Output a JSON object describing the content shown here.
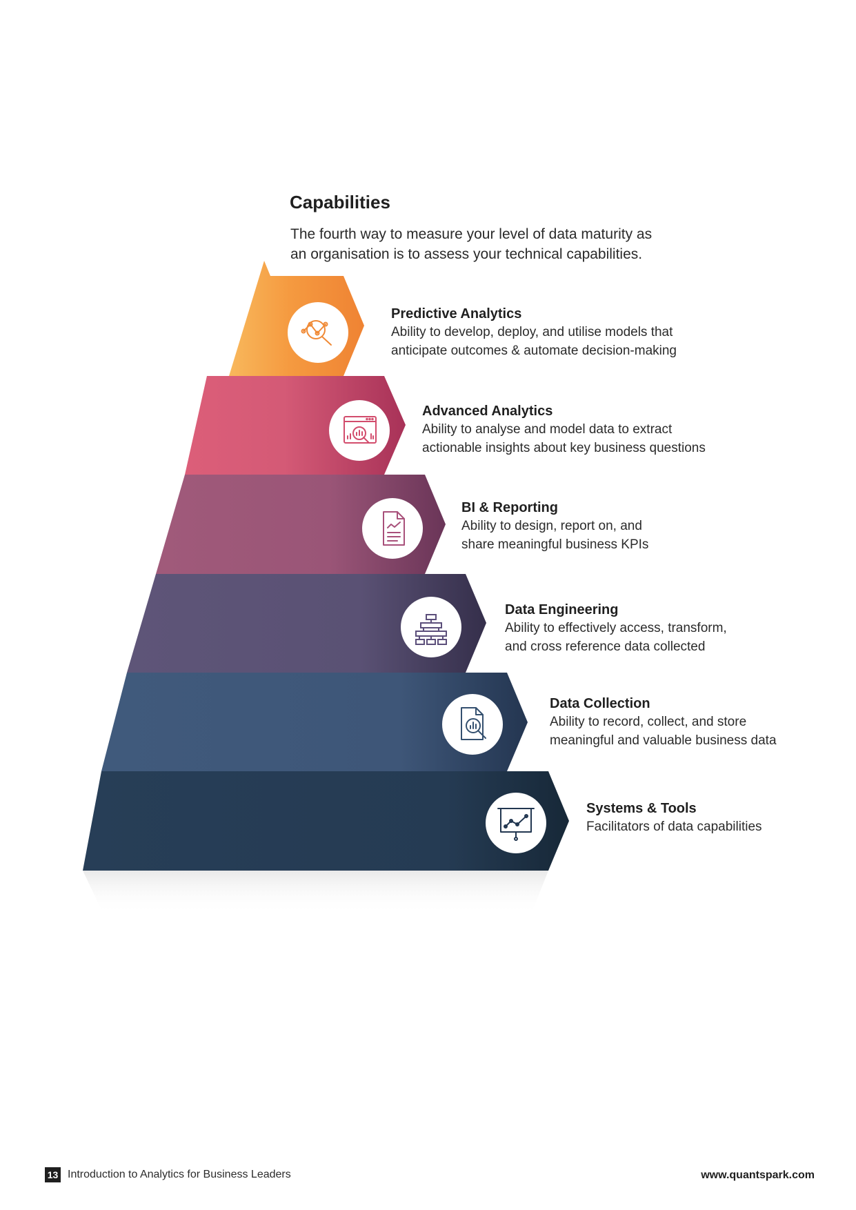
{
  "section": {
    "title": "Capabilities",
    "intro_line1": "The fourth way to measure your level of data maturity as",
    "intro_line2": "an organisation is to assess your technical capabilities."
  },
  "tiers": [
    {
      "title": "Predictive Analytics",
      "desc_line1": "Ability to develop, deploy, and utilise models that",
      "desc_line2": "anticipate outcomes & automate decision-making",
      "icon": "analytics-search-icon",
      "color": "#F39A3E"
    },
    {
      "title": "Advanced Analytics",
      "desc_line1": "Ability to analyse and model data to extract",
      "desc_line2": "actionable insights about key business questions",
      "icon": "dashboard-magnifier-icon",
      "color": "#D65B76"
    },
    {
      "title": "BI & Reporting",
      "desc_line1": "Ability to design, report on, and",
      "desc_line2": "share meaningful business KPIs",
      "icon": "report-document-icon",
      "color": "#A05A7A"
    },
    {
      "title": "Data Engineering",
      "desc_line1": "Ability to effectively access, transform,",
      "desc_line2": "and cross reference data collected",
      "icon": "hierarchy-icon",
      "color": "#5C5375"
    },
    {
      "title": "Data Collection",
      "desc_line1": "Ability to record, collect, and store",
      "desc_line2": "meaningful and valuable business data",
      "icon": "document-search-icon",
      "color": "#405879"
    },
    {
      "title": "Systems & Tools",
      "desc_line1": "Facilitators of data capabilities",
      "desc_line2": "",
      "icon": "presentation-board-icon",
      "color": "#263D55"
    }
  ],
  "footer": {
    "page_number": "13",
    "doc_title": "Introduction to Analytics for Business Leaders",
    "url": "www.quantspark.com"
  }
}
